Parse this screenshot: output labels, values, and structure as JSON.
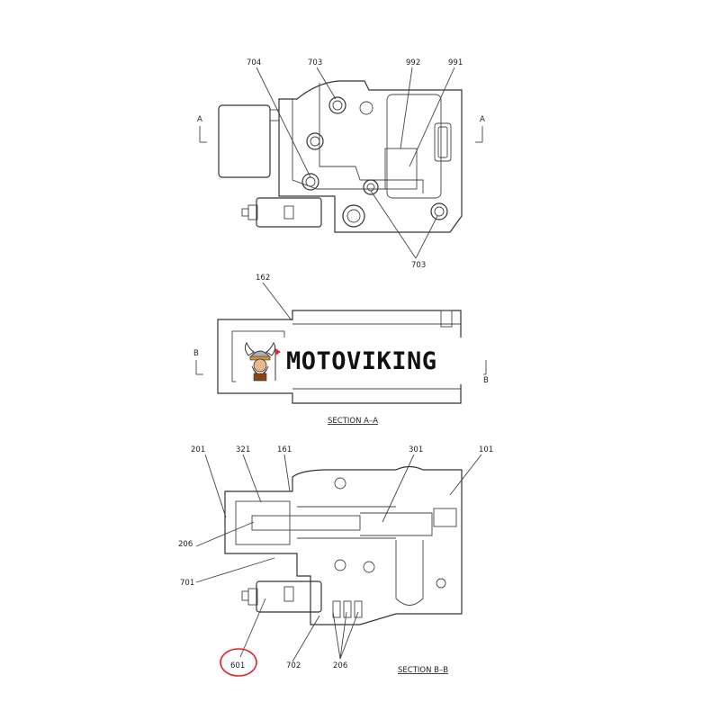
{
  "brand": {
    "name": "MOTOVIKING",
    "logo_icon": "viking-mascot-icon"
  },
  "views": {
    "top": {
      "labels": [
        "704",
        "703",
        "992",
        "991",
        "703"
      ],
      "section_marks": [
        "A",
        "A"
      ]
    },
    "section_a": {
      "title": "SECTION A–A",
      "labels": [
        "162"
      ],
      "section_marks": [
        "B",
        "B"
      ]
    },
    "section_b": {
      "title": "SECTION B–B",
      "labels": [
        "201",
        "321",
        "161",
        "301",
        "101",
        "206",
        "701",
        "601",
        "702",
        "206"
      ]
    }
  },
  "highlight": {
    "label": "601",
    "color": "#e02020"
  },
  "colors": {
    "line": "#333333",
    "background": "#ffffff"
  }
}
